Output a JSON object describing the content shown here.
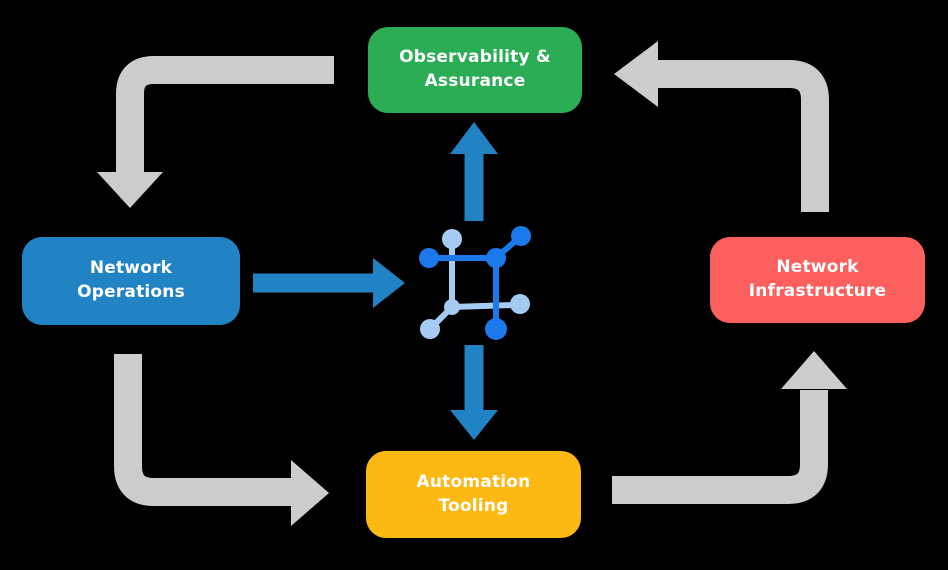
{
  "colors": {
    "background": "#000000",
    "text": "#FFFFFF",
    "green": "#2AAD55",
    "blue": "#2182C4",
    "red": "#FB5F5E",
    "yellow": "#FCB813",
    "gray": "#CCCCCC",
    "icon_dark_blue": "#1B79EC",
    "icon_light_blue": "#A5CBF3"
  },
  "nodes": {
    "top": {
      "label": "Observability &\nAssurance",
      "color": "#2AAD55"
    },
    "left": {
      "label": "Network\nOperations",
      "color": "#2182C4"
    },
    "right": {
      "label": "Network\nInfrastructure",
      "color": "#FB5F5E"
    },
    "bottom": {
      "label": "Automation\nTooling",
      "color": "#FCB813"
    }
  },
  "center_icon": "network-mesh-icon",
  "flows": [
    {
      "from": "Observability & Assurance",
      "to": "Network Operations",
      "color": "gray"
    },
    {
      "from": "Network Operations",
      "to": "Automation Tooling",
      "color": "gray"
    },
    {
      "from": "Automation Tooling",
      "to": "Network Infrastructure",
      "color": "gray"
    },
    {
      "from": "Network Infrastructure",
      "to": "Observability & Assurance",
      "color": "gray"
    },
    {
      "from": "Network Operations",
      "to": "center-icon",
      "color": "blue"
    },
    {
      "from": "center-icon",
      "to": "Observability & Assurance",
      "color": "blue"
    },
    {
      "from": "center-icon",
      "to": "Automation Tooling",
      "color": "blue"
    }
  ]
}
